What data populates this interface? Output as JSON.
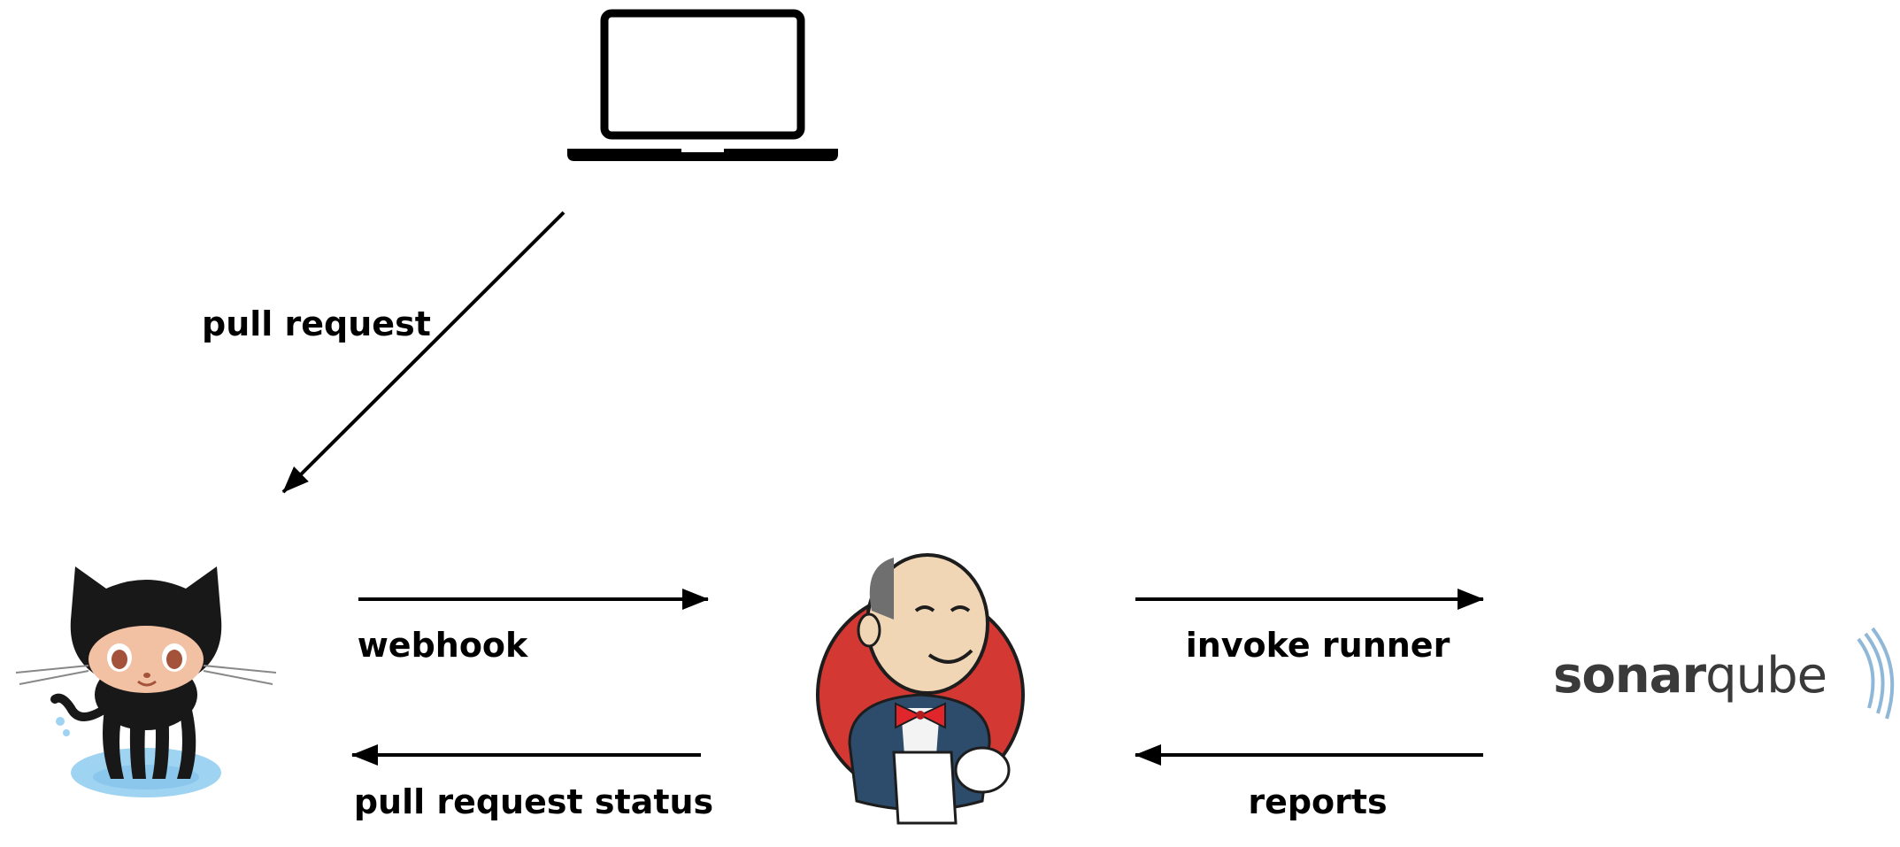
{
  "labels": {
    "pull_request": "pull request",
    "webhook": "webhook",
    "pull_request_status": "pull request status",
    "invoke_runner": "invoke runner",
    "reports": "reports"
  },
  "nodes": {
    "developer": {
      "icon": "laptop-icon"
    },
    "github": {
      "icon": "github-octocat-icon"
    },
    "jenkins": {
      "icon": "jenkins-butler-icon"
    },
    "sonarqube": {
      "icon": "sonarqube-logo",
      "wordmark_bold": "sonar",
      "wordmark_light": "qube"
    }
  },
  "edges": [
    {
      "from": "developer",
      "to": "github",
      "label": "pull request"
    },
    {
      "from": "github",
      "to": "jenkins",
      "label": "webhook"
    },
    {
      "from": "jenkins",
      "to": "github",
      "label": "pull request status"
    },
    {
      "from": "jenkins",
      "to": "sonarqube",
      "label": "invoke runner"
    },
    {
      "from": "sonarqube",
      "to": "jenkins",
      "label": "reports"
    }
  ],
  "colors": {
    "arrow": "#000000",
    "octocat_skin": "#f2c1a4",
    "octocat_body": "#181818",
    "water": "#9fd3f2",
    "jenkins_red": "#d33833",
    "jenkins_coat": "#2d4b6b",
    "bowtie": "#e0262a",
    "sonar_text": "#3a3a3a",
    "sonar_waves": "#8fb8d8"
  }
}
